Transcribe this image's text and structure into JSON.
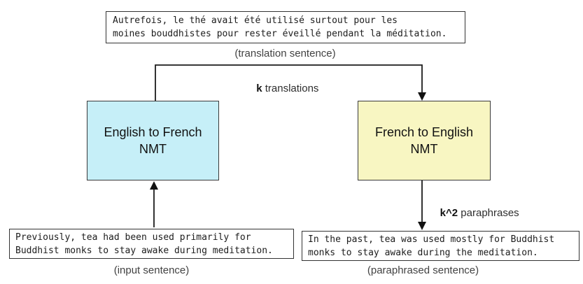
{
  "boxes": {
    "translation": {
      "text": "Autrefois, le thé avait été utilisé surtout pour les\nmoines bouddhistes pour rester éveillé pendant la méditation."
    },
    "en_fr_nmt": {
      "title": "English to French\nNMT",
      "fill": "#c6eff8"
    },
    "fr_en_nmt": {
      "title": "French to English\nNMT",
      "fill": "#f8f6c2"
    },
    "input": {
      "text": "Previously, tea had been used primarily for\nBuddhist monks to stay awake during meditation."
    },
    "paraphrased": {
      "text": "In the past, tea was used mostly for Buddhist\nmonks to stay awake during the meditation."
    }
  },
  "captions": {
    "translation": "(translation sentence)",
    "input": "(input sentence)",
    "paraphrased": "(paraphrased sentence)"
  },
  "edge_labels": {
    "k_translations": {
      "bold": "k",
      "rest": " translations"
    },
    "k2_paraphrases": {
      "bold": "k^2",
      "rest": " paraphrases"
    }
  },
  "colors": {
    "en_fr_fill": "#c6eff8",
    "fr_en_fill": "#f8f6c2",
    "box_border": "#333333",
    "arrow": "#1c1c1c",
    "caption_text": "#424242",
    "background": "#ffffff"
  }
}
